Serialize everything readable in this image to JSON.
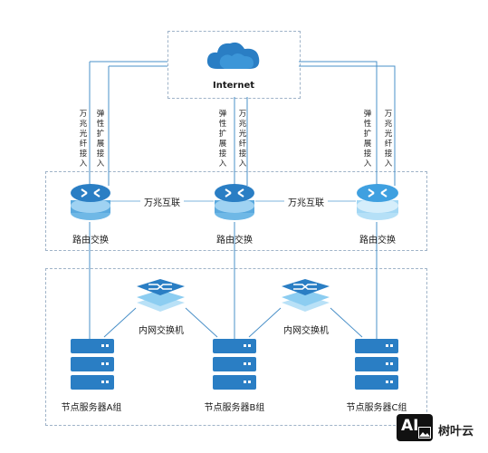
{
  "cloud": {
    "label": "Internet",
    "icon": "cloud-icon"
  },
  "uplinks": {
    "fiber_access": "万兆光纤接入",
    "elastic_access": "弹性扩展接入"
  },
  "routers": [
    {
      "label": "路由交换",
      "icon": "router-icon"
    },
    {
      "label": "路由交换",
      "icon": "router-icon"
    },
    {
      "label": "路由交换",
      "icon": "router-icon"
    }
  ],
  "interconnects": [
    {
      "label": "万兆互联"
    },
    {
      "label": "万兆互联"
    }
  ],
  "switches": [
    {
      "label": "内网交换机",
      "icon": "switch-icon"
    },
    {
      "label": "内网交换机",
      "icon": "switch-icon"
    }
  ],
  "servers": [
    {
      "label": "节点服务器A组",
      "icon": "server-rack-icon"
    },
    {
      "label": "节点服务器B组",
      "icon": "server-rack-icon"
    },
    {
      "label": "节点服务器C组",
      "icon": "server-rack-icon"
    }
  ],
  "watermark": {
    "badge": "AI",
    "text": "树叶云"
  },
  "colors": {
    "dashed_border": "#9fb3c8",
    "link_line": "#4a90c8",
    "device_blue": "#2a7ec4",
    "device_light": "#7fc4ec"
  }
}
